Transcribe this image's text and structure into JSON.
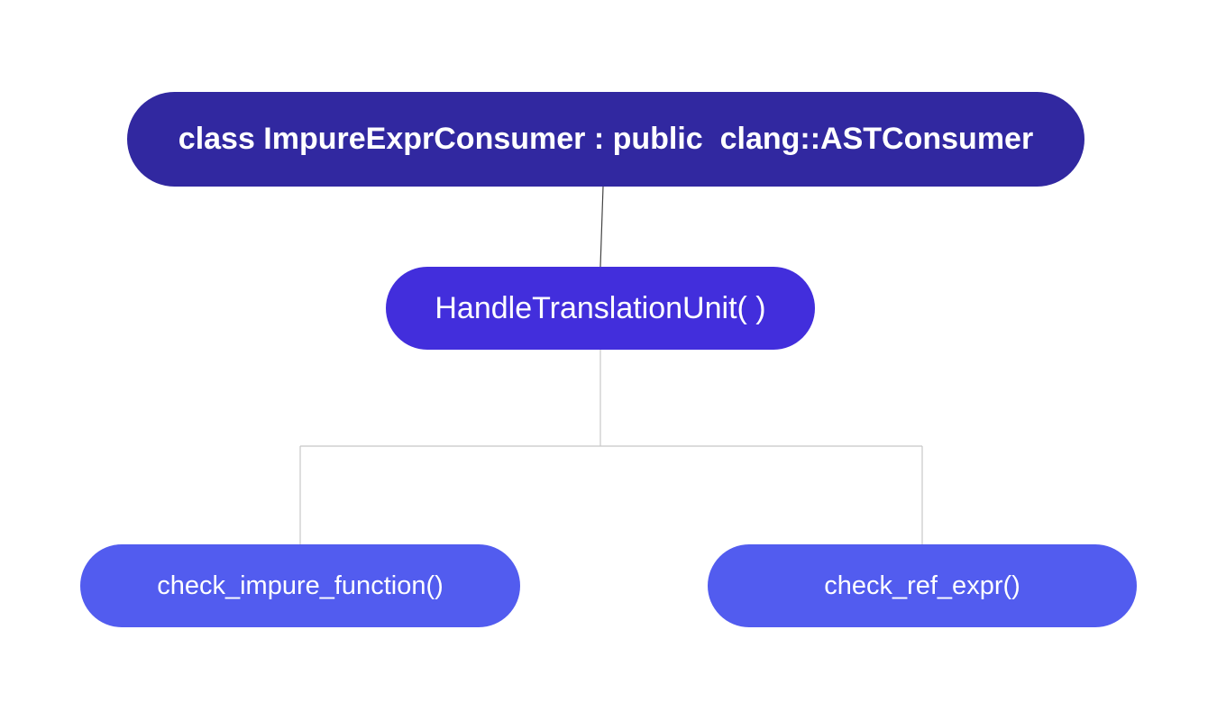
{
  "diagram": {
    "type": "tree",
    "nodes": [
      {
        "id": "root",
        "label": "class ImpureExprConsumer : public  clang::ASTConsumer",
        "color": "#3128a0"
      },
      {
        "id": "handle",
        "label": "HandleTranslationUnit( )",
        "color": "#422edc"
      },
      {
        "id": "impure",
        "label": "check_impure_function()",
        "color": "#525cef"
      },
      {
        "id": "ref",
        "label": "check_ref_expr()",
        "color": "#525cef"
      }
    ],
    "edges": [
      {
        "from": "root",
        "to": "handle"
      },
      {
        "from": "handle",
        "to": "impure"
      },
      {
        "from": "handle",
        "to": "ref"
      }
    ],
    "connector_colors": {
      "root_to_child": "#444444",
      "branch": "#c8c8c8"
    }
  }
}
